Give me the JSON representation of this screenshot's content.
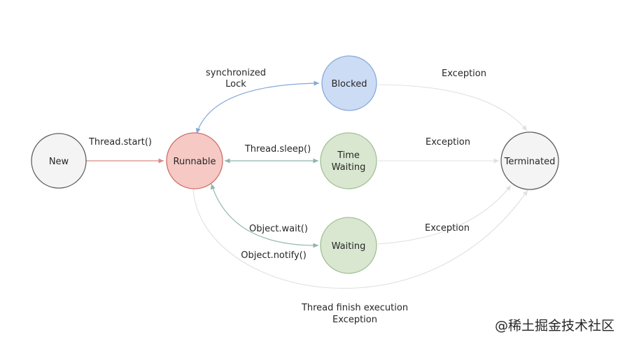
{
  "nodes": {
    "new": {
      "label": "New"
    },
    "runnable": {
      "label": "Runnable"
    },
    "blocked": {
      "label": "Blocked"
    },
    "time_waiting": {
      "label_line1": "Time",
      "label_line2": "Waiting"
    },
    "waiting": {
      "label": "Waiting"
    },
    "terminated": {
      "label": "Terminated"
    }
  },
  "edges": {
    "start": {
      "label": "Thread.start()"
    },
    "lock": {
      "label_line1": "synchronized",
      "label_line2": "Lock"
    },
    "sleep": {
      "label": "Thread.sleep()"
    },
    "wait": {
      "label": "Object.wait()"
    },
    "notify": {
      "label": "Object.notify()"
    },
    "blocked_exception": {
      "label": "Exception"
    },
    "time_waiting_exception": {
      "label": "Exception"
    },
    "waiting_exception": {
      "label": "Exception"
    },
    "finish": {
      "label_line1": "Thread finish execution",
      "label_line2": "Exception"
    }
  },
  "watermark": {
    "text": "@稀土掘金技术社区"
  },
  "colors": {
    "background": "#ffffff",
    "neutral_fill": "#f4f4f4",
    "neutral_stroke": "#5e5e5e",
    "runnable_fill": "#f6c9c5",
    "runnable_stroke": "#cb6e68",
    "blocked_fill": "#ccdcf5",
    "blocked_stroke": "#8ba9d9",
    "green_fill": "#d9e7d1",
    "green_stroke": "#a2bf95",
    "red_arrow": "#d98c85",
    "blue_arrow": "#84a8d9",
    "teal_arrow": "#8fb5ae",
    "gray_arrow": "#e0e0e0",
    "text": "#262626",
    "watermark": "#c9c9c9"
  }
}
